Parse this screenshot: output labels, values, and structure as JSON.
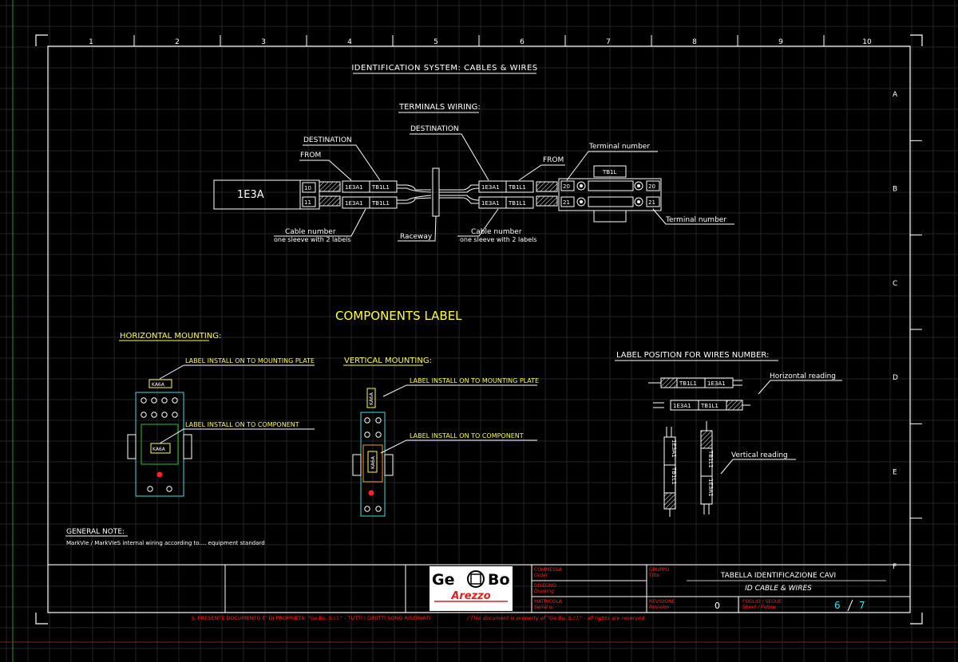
{
  "sheet": {
    "columns": [
      "1",
      "2",
      "3",
      "4",
      "5",
      "6",
      "7",
      "8",
      "9",
      "10"
    ],
    "rows": [
      "A",
      "B",
      "C",
      "D",
      "E",
      "F"
    ],
    "title": "IDENTIFICATION SYSTEM: CABLES & WIRES"
  },
  "terminals": {
    "heading": "TERMINALS WIRING:",
    "destination_left": "DESTINATION",
    "from_left": "FROM",
    "destination_right": "DESTINATION",
    "from_right": "FROM",
    "device_tag": "1E3A",
    "left_pins": [
      "10",
      "11"
    ],
    "sleeve_top_a": "1E3A1",
    "sleeve_top_b": "TB1L1",
    "sleeve_bot_a": "1E3A1",
    "sleeve_bot_b": "TB1L1",
    "right_sleeve_top_a": "1E3A1",
    "right_sleeve_top_b": "TB1L1",
    "right_sleeve_bot_a": "1E3A1",
    "right_sleeve_bot_b": "TB1L1",
    "right_pins": [
      "20",
      "21"
    ],
    "tb_tag": "TB1L",
    "right_pins_far": [
      "20",
      "21"
    ],
    "terminal_number_top": "Terminal number",
    "terminal_number_bottom": "Terminal number",
    "cable_number_left": "Cable number",
    "cable_number_left_sub": "one sleeve with 2 labels",
    "raceway": "Raceway",
    "cable_number_right": "Cable number",
    "cable_number_right_sub": "one sleeve with 2 labels"
  },
  "components": {
    "heading": "COMPONENTS LABEL",
    "horizontal_heading": "HORIZONTAL MOUNTING:",
    "h_label_plate": "LABEL INSTALL ON TO MOUNTING PLATE",
    "h_label_component": "LABEL INSTALL ON TO COMPONENT",
    "h_tag_top": "KA6A",
    "h_tag_comp": "KA6A",
    "vertical_heading": "VERTICAL MOUNTING:",
    "v_label_plate": "LABEL INSTALL ON TO MOUNTING PLATE",
    "v_label_component": "LABEL INSTALL ON TO COMPONENT",
    "v_tag_top": "KA6A",
    "v_tag_comp": "KA6A"
  },
  "wire_position": {
    "heading": "LABEL POSITION FOR WIRES NUMBER:",
    "horizontal_reading": "Horizontal reading",
    "vertical_reading": "Vertical reading",
    "h_top": [
      "TB1L1",
      "1E3A1"
    ],
    "h_bottom": [
      "1E3A1",
      "TB1L1"
    ],
    "v_left": [
      "1E3A1",
      "TB1L1"
    ],
    "v_right": [
      "TB1L1",
      "1E3A1"
    ]
  },
  "notes": {
    "heading": "GENERAL NOTE:",
    "text": "MarkVIe / MarkVIeS internal wiring according to.... equipment standard"
  },
  "title_block": {
    "logo_left": "Ge",
    "logo_right": "Bo",
    "logo_city": "Arezzo",
    "commessa": "COMMESSA",
    "commessa_en": "Order",
    "disegno": "DISEGNO",
    "disegno_en": "Drawing",
    "matricola": "MATRICOLA",
    "matricola_en": "Serial n.",
    "gruppo": "GRUPPO",
    "gruppo_en": "Title",
    "title_it": "TABELLA IDENTIFICAZIONE CAVI",
    "title_en": "ID CABLE & WIRES",
    "revisione": "REVISIONE",
    "revisione_en": "Revision",
    "revision_value": "0",
    "foglio": "FOGLIO / SEGUE",
    "foglio_en": "Sheet / Follow",
    "sheet_num": "6",
    "sheet_total": "7",
    "property_it": "IL PRESENTE DOCUMENTO E' DI PROPRIETA' \"Ge.Bo. S.r.l.\" - TUTTI I DIRITTI SONO RISERVATI",
    "property_en": "/ This document is property of \"Ge.Bo. S.r.l.\" - all rights are reserved"
  },
  "colors": {
    "background": "#000000",
    "grid": "#24242c",
    "lines": "#ffffff",
    "yellow": "#ffff40",
    "red": "#ff2020",
    "cyan": "#40e0e0",
    "green": "#30c030"
  }
}
